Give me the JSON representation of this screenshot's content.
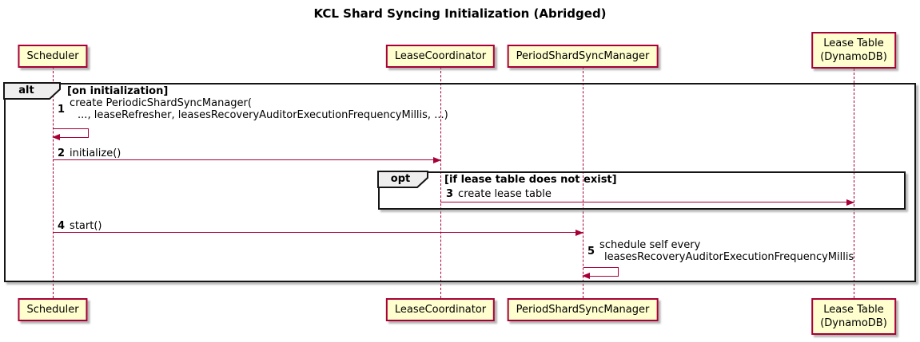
{
  "diagram": {
    "title": "KCL Shard Syncing Initialization (Abridged)",
    "type": "sequence-diagram"
  },
  "participants": [
    {
      "id": "scheduler",
      "label": "Scheduler"
    },
    {
      "id": "lease-coordinator",
      "label": "LeaseCoordinator"
    },
    {
      "id": "period-shard-sync-manager",
      "label": "PeriodShardSyncManager"
    },
    {
      "id": "lease-table",
      "label": "Lease Table\n(DynamoDB)"
    }
  ],
  "frames": {
    "alt": {
      "operator": "alt",
      "condition": "[on initialization]"
    },
    "opt": {
      "operator": "opt",
      "condition": "[if lease table does not exist]"
    }
  },
  "messages": {
    "m1": {
      "num": "1",
      "line1": "create PeriodicShardSyncManager(",
      "line2": "..., leaseRefresher, leasesRecoveryAuditorExecutionFrequencyMillis, ...)",
      "from": "Scheduler",
      "to": "Scheduler",
      "kind": "self"
    },
    "m2": {
      "num": "2",
      "label": "initialize()",
      "from": "Scheduler",
      "to": "LeaseCoordinator",
      "kind": "arrow"
    },
    "m3": {
      "num": "3",
      "label": "create lease table",
      "from": "LeaseCoordinator",
      "to": "Lease Table (DynamoDB)",
      "kind": "arrow"
    },
    "m4": {
      "num": "4",
      "label": "start()",
      "from": "Scheduler",
      "to": "PeriodShardSyncManager",
      "kind": "arrow"
    },
    "m5": {
      "num": "5",
      "line1": "schedule self every",
      "line2": "leasesRecoveryAuditorExecutionFrequencyMillis",
      "from": "PeriodShardSyncManager",
      "to": "PeriodShardSyncManager",
      "kind": "self"
    }
  },
  "colors": {
    "background": "#FFFFFF",
    "participant_fill": "#FEFECE",
    "participant_border": "#A80036",
    "arrow": "#A80036",
    "lifeline": "#A80036",
    "frame_border": "#151515",
    "frame_label_fill": "#EEEEEE",
    "text": "#000000"
  }
}
